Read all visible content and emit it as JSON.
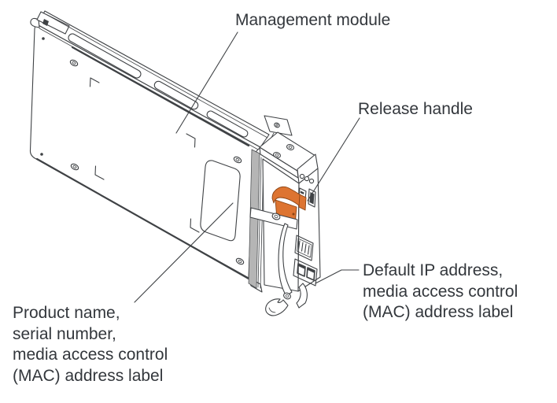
{
  "diagram": {
    "colors": {
      "line": "#3f4245",
      "text": "#33373c",
      "handle_orange": "#dd7431",
      "gasket_gray": "#b5b5b5"
    },
    "callouts": {
      "management_module": {
        "text": "Management module"
      },
      "release_handle": {
        "text": "Release handle"
      },
      "default_ip": {
        "text": "Default IP address,\nmedia access control\n(MAC) address label"
      },
      "product_name": {
        "text": "Product name,\nserial number,\nmedia access control\n(MAC) address label"
      }
    }
  }
}
